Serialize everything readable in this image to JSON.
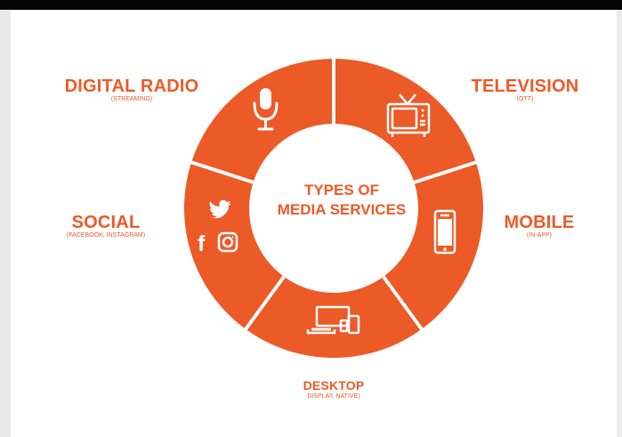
{
  "center": {
    "line1": "TYPES OF",
    "line2": "MEDIA SERVICES"
  },
  "segments": [
    {
      "id": "digital-radio",
      "title": "DIGITAL RADIO",
      "subtitle": "(STREAMING)",
      "icon": "microphone-icon"
    },
    {
      "id": "television",
      "title": "TELEVISION",
      "subtitle": "(OTT)",
      "icon": "tv-icon"
    },
    {
      "id": "mobile",
      "title": "MOBILE",
      "subtitle": "(IN-APP)",
      "icon": "smartphone-icon"
    },
    {
      "id": "desktop",
      "title": "DESKTOP",
      "subtitle": "DISPLAY, NATIVE)",
      "icon": "devices-icon"
    },
    {
      "id": "social",
      "title": "SOCIAL",
      "subtitle": "(FACEBOOK, INSTAGRAM)",
      "icon": "social-icons"
    }
  ],
  "colors": {
    "accent": "#ec5a27",
    "background": "#ffffff",
    "divider": "#ffffff"
  }
}
